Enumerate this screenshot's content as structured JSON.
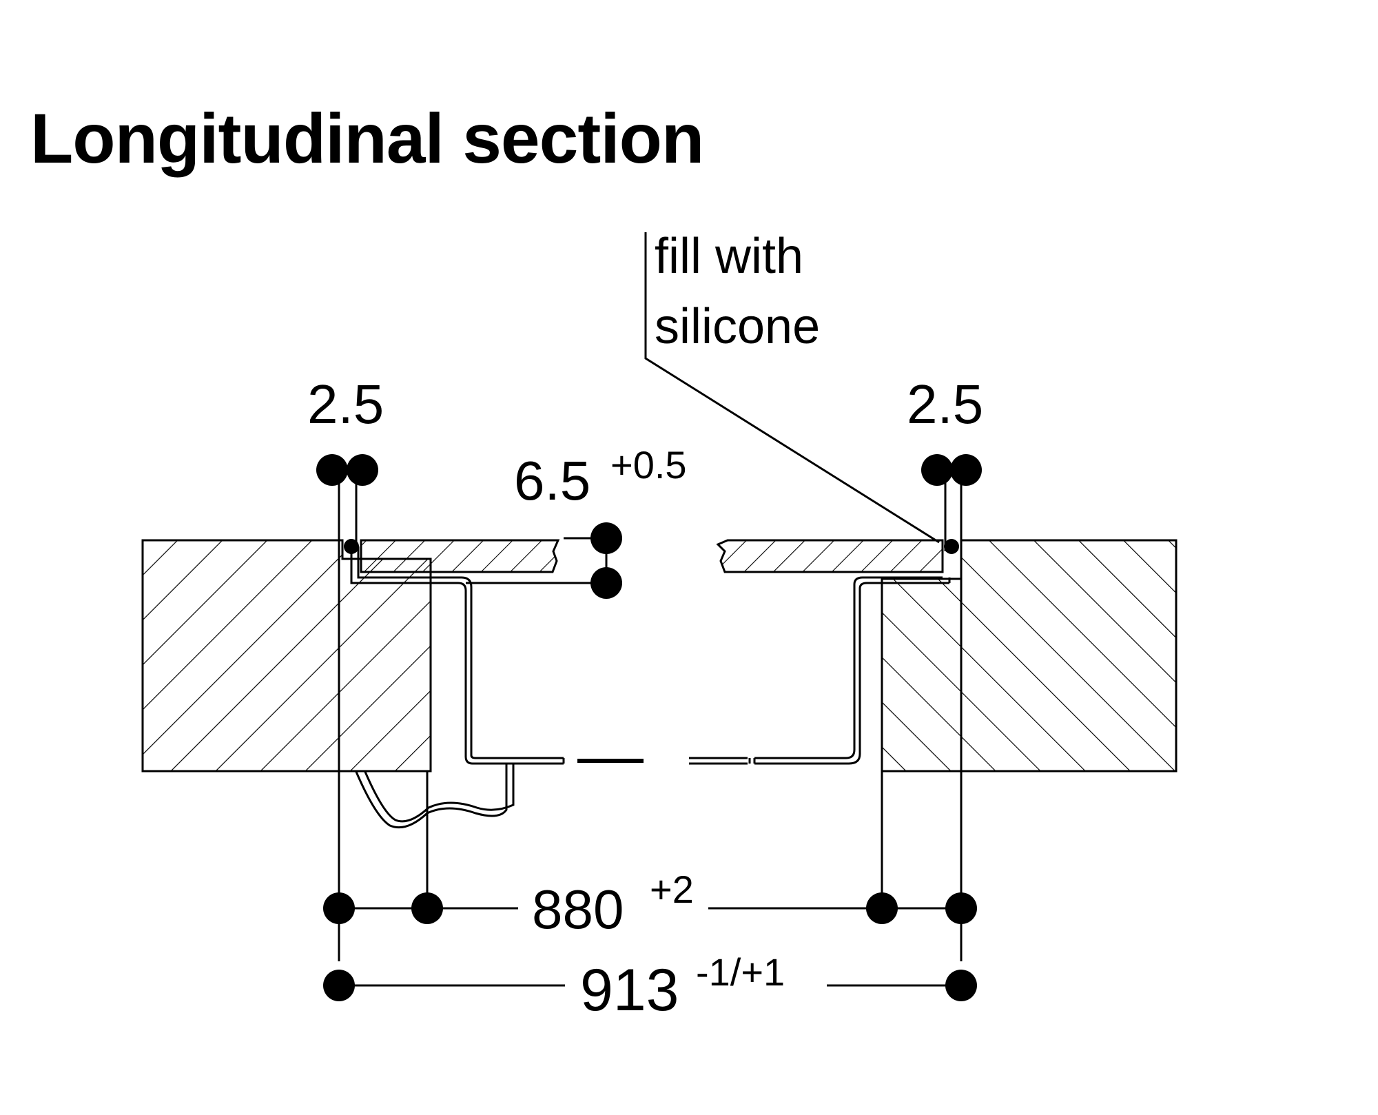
{
  "title": "Longitudinal section",
  "note": {
    "line1": "fill with",
    "line2": "silicone"
  },
  "dimensions": {
    "left_gap": "2.5",
    "right_gap": "2.5",
    "glass": {
      "value": "6.5",
      "tolerance": "+0.5"
    },
    "inner_width": {
      "value": "880",
      "tolerance": "+2"
    },
    "outer_width": {
      "value": "913",
      "tolerance": "-1/+1"
    }
  }
}
